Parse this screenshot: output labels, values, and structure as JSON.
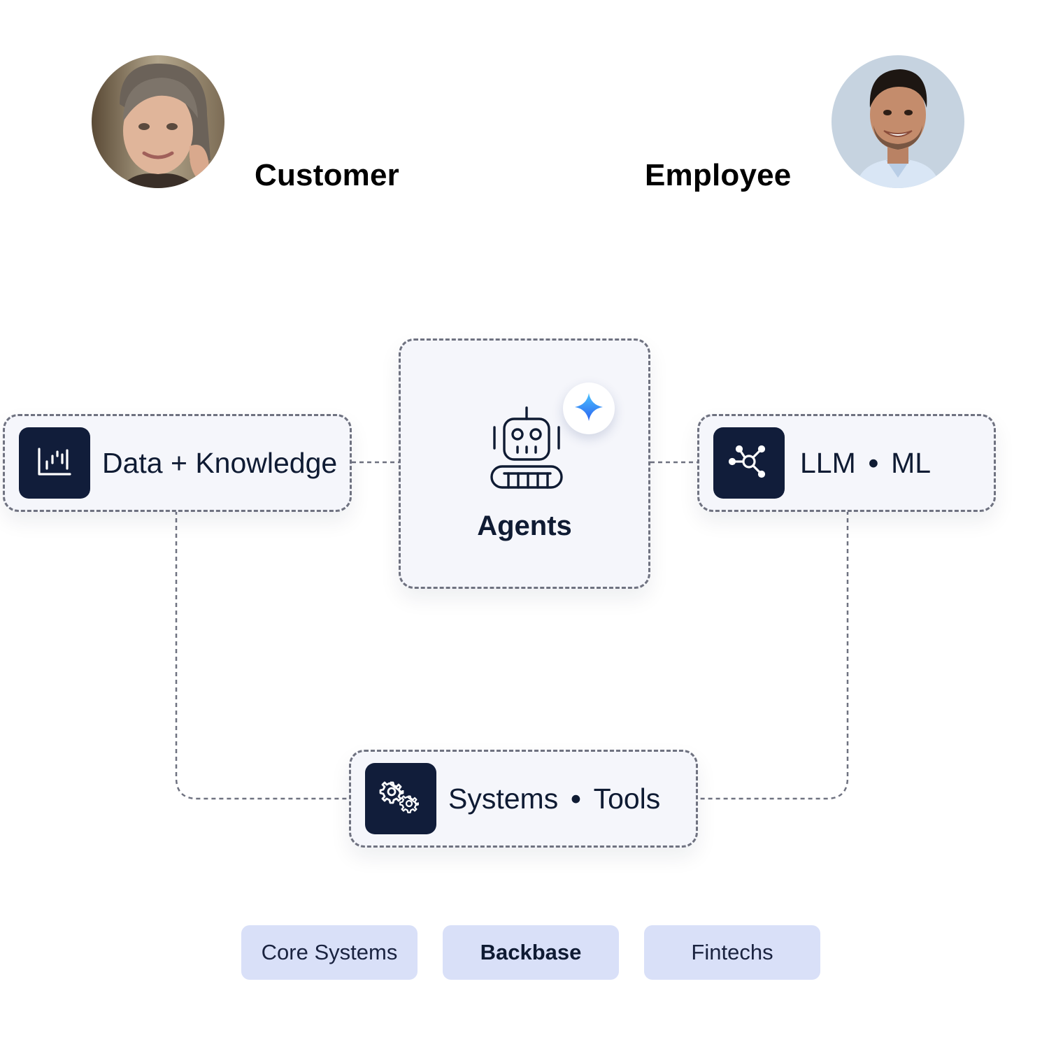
{
  "people": {
    "customer": {
      "label": "Customer",
      "avatar_icon": "customer-avatar"
    },
    "employee": {
      "label": "Employee",
      "avatar_icon": "employee-avatar"
    }
  },
  "nodes": {
    "data_knowledge": {
      "label": "Data + Knowledge",
      "icon": "bar-chart-icon"
    },
    "agents": {
      "label": "Agents",
      "icon": "robot-icon",
      "badge_icon": "sparkle-icon"
    },
    "llm_ml": {
      "label_a": "LLM",
      "separator": "•",
      "label_b": "ML",
      "icon": "network-icon"
    },
    "systems_tools": {
      "label_a": "Systems",
      "separator": "•",
      "label_b": "Tools",
      "icon": "gears-icon"
    }
  },
  "chips": [
    {
      "label": "Core Systems",
      "emphasis": false
    },
    {
      "label": "Backbase",
      "emphasis": true
    },
    {
      "label": "Fintechs",
      "emphasis": false
    }
  ],
  "colors": {
    "tile": "#111d3a",
    "card": "#f5f6fb",
    "dash": "#6f7280",
    "chip": "#d9e0f8",
    "sparkle_top": "#4cc3ff",
    "sparkle_bottom": "#2b62f0"
  }
}
